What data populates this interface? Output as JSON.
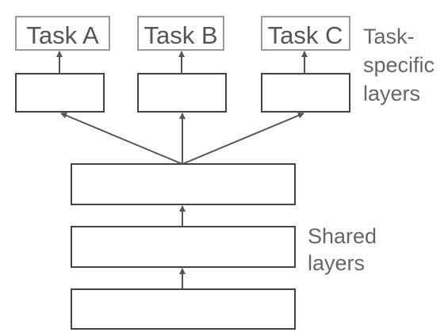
{
  "tasks": [
    {
      "label": "Task A"
    },
    {
      "label": "Task B"
    },
    {
      "label": "Task C"
    }
  ],
  "task_specific_label": [
    "Task-",
    "specific",
    "layers"
  ],
  "shared_label": [
    "Shared",
    "layers"
  ],
  "colors": {
    "box_stroke": "#444444",
    "task_box_stroke": "#999999",
    "arrow": "#555555",
    "text": "#555555"
  }
}
